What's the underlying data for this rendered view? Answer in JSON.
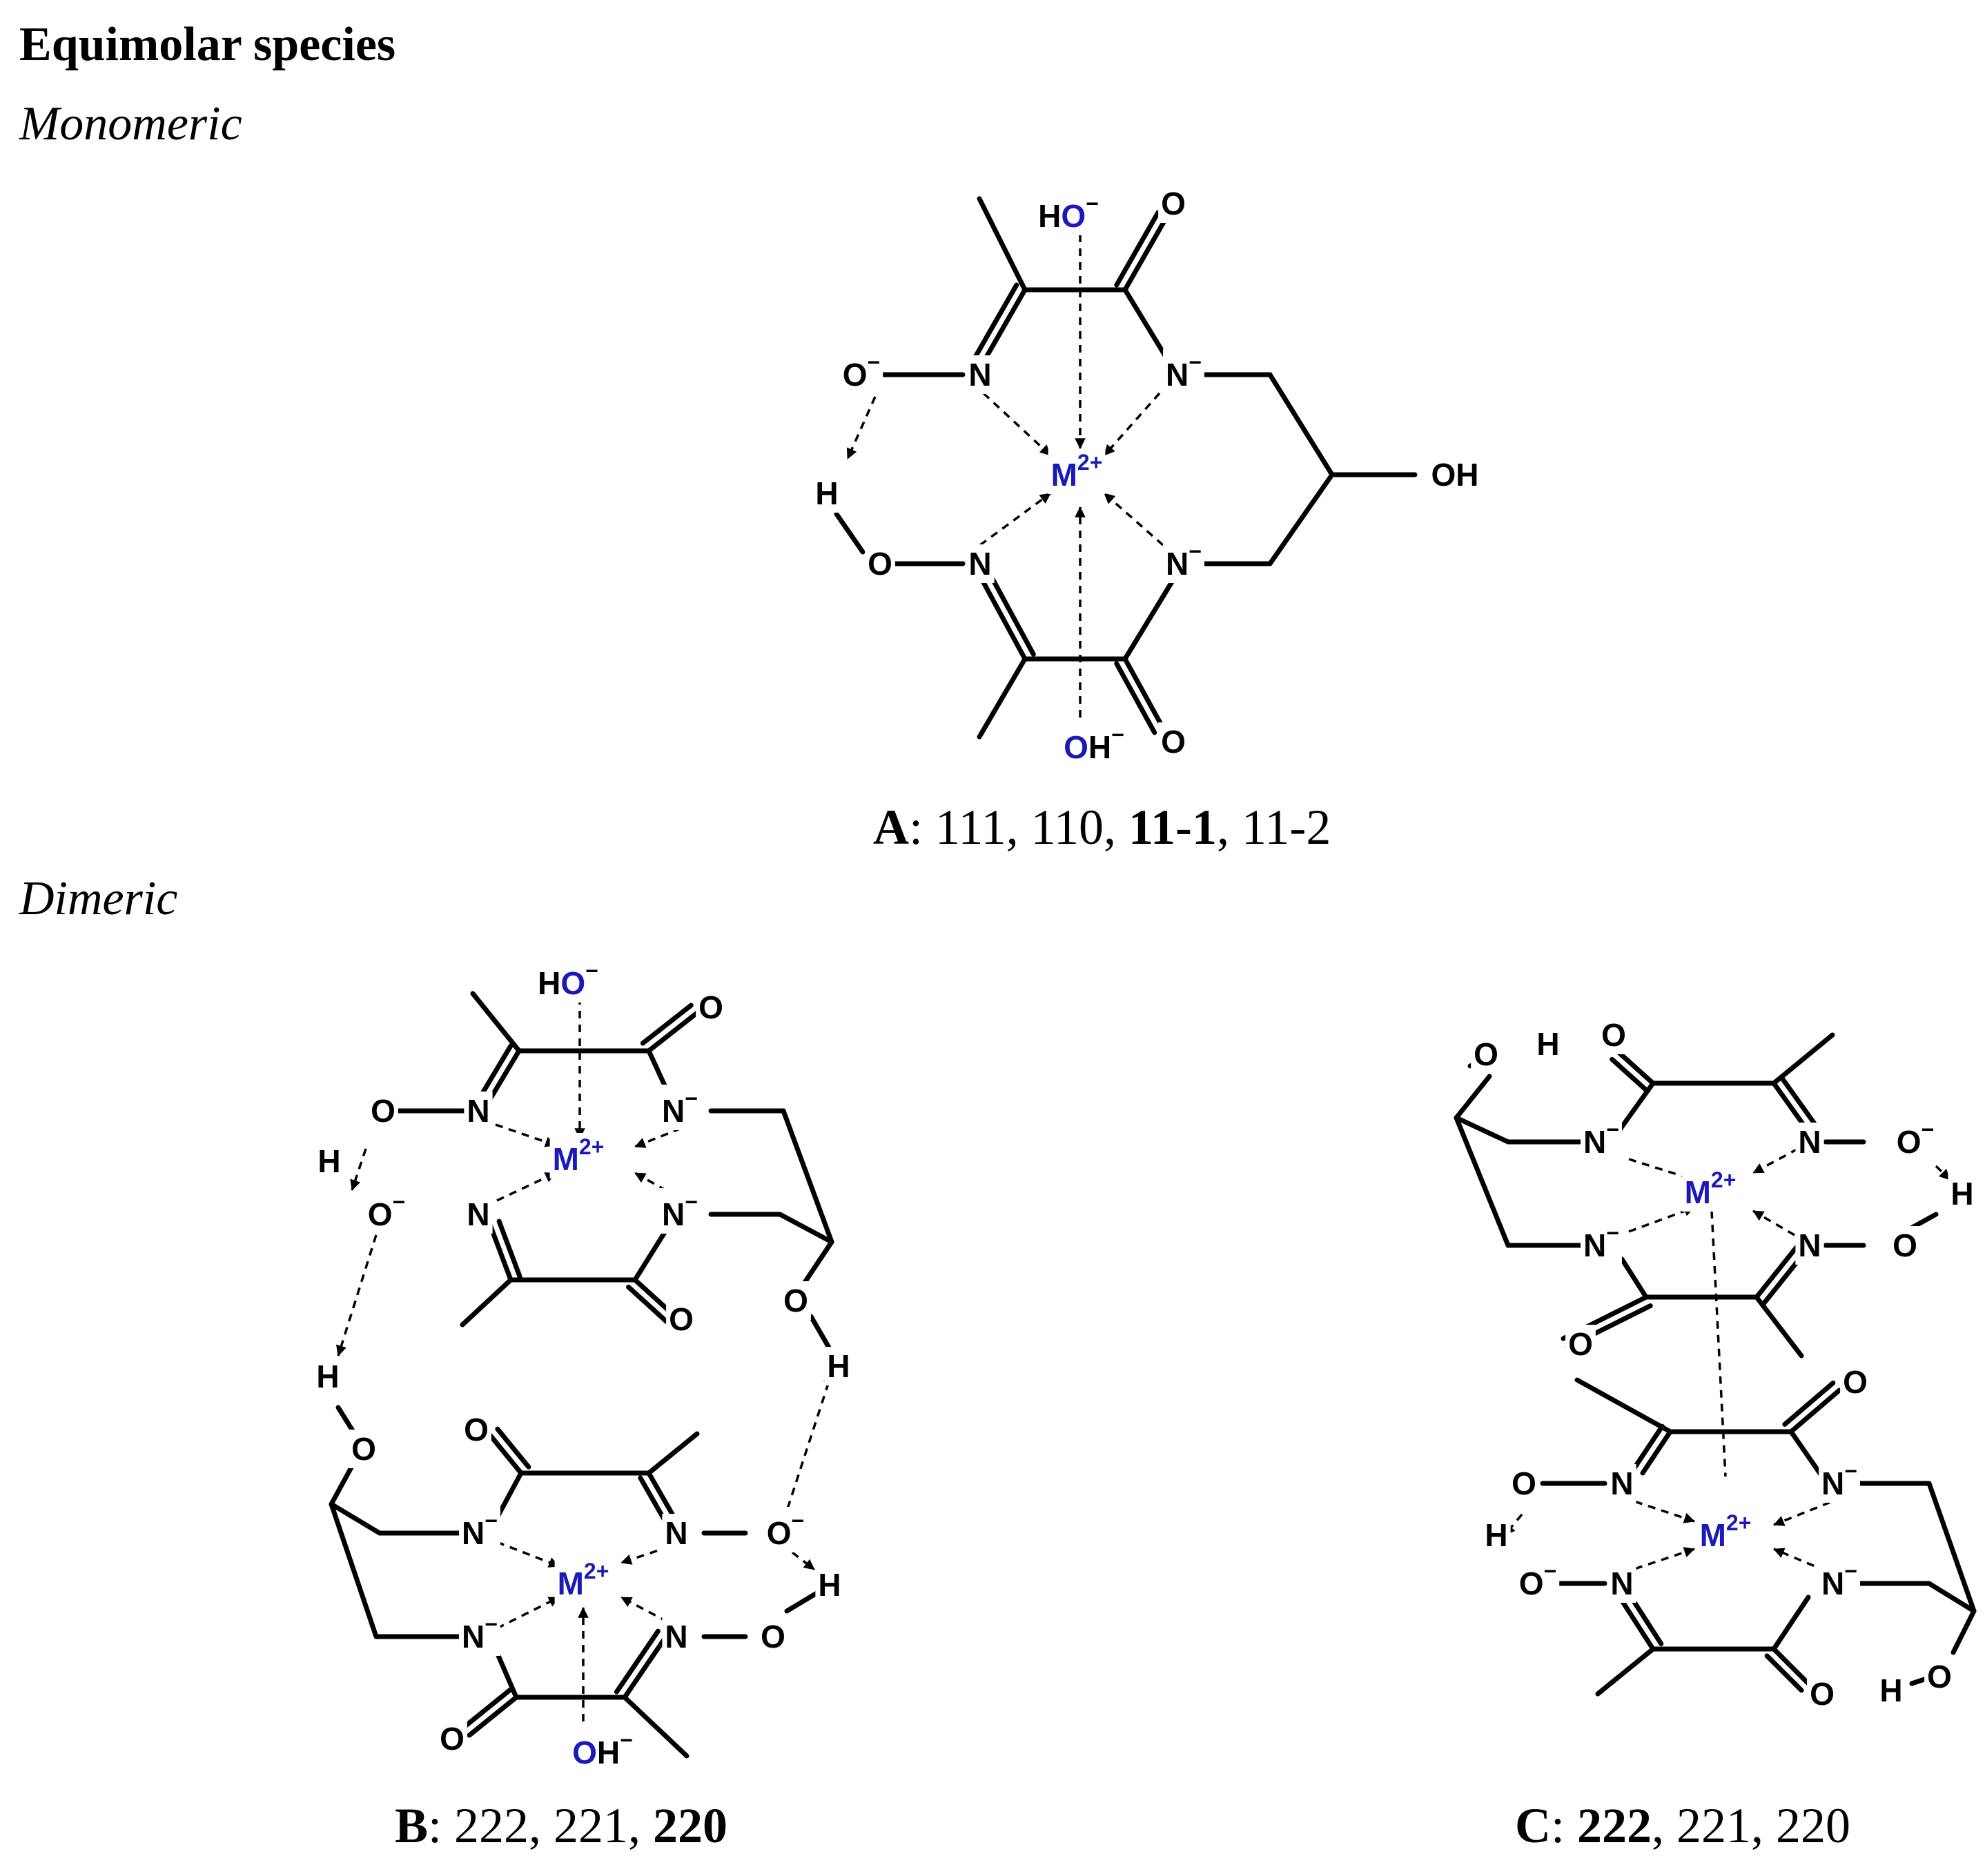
{
  "heading": "Equimolar species",
  "subheadings": {
    "monomeric": "Monomeric",
    "dimeric": "Dimeric"
  },
  "captions": {
    "A": {
      "letter": "A",
      "rest_1": ": 111, 110, ",
      "bold": "11-1",
      "rest_2": ", 11-2"
    },
    "B": {
      "letter": "B",
      "rest_1": ": 222, 221, ",
      "bold": "220",
      "rest_2": ""
    },
    "C": {
      "letter": "C",
      "rest_1": ": ",
      "bold": "222",
      "rest_2": ", 221, 220"
    }
  },
  "labels": {
    "metal": "M",
    "metal_charge": "2+",
    "n_anion": "N",
    "minus": "−",
    "o_anion": "O",
    "o": "O",
    "n": "N",
    "h": "H",
    "ho_minus": "HO",
    "oh_minus": "OH",
    "oh": "OH"
  },
  "colors": {
    "metal": "#1a1ab8",
    "hydroxide_o": "#1a1ab8",
    "ink": "#000000"
  }
}
